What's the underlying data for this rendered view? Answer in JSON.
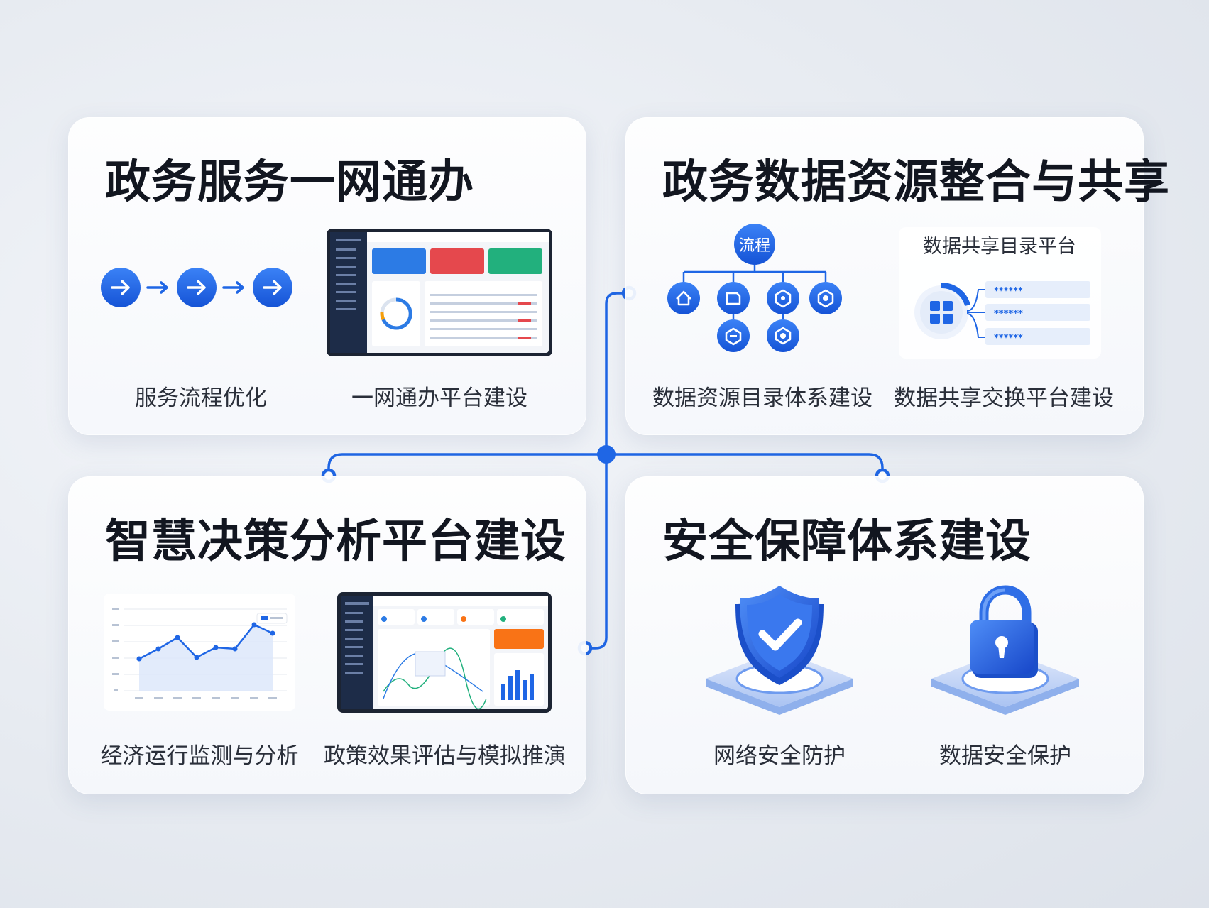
{
  "cards": {
    "tl": {
      "title": "政务服务一网通办",
      "items": [
        {
          "label": "服务流程优化",
          "icon": "arrow-flow-icon"
        },
        {
          "label": "一网通办平台建设",
          "icon": "dashboard-screenshot-icon"
        }
      ]
    },
    "tr": {
      "title": "政务数据资源整合与共享",
      "items": [
        {
          "label": "数据资源目录体系建设",
          "icon": "tree-diagram-icon",
          "root_label": "流程"
        },
        {
          "label": "数据共享交换平台建设",
          "icon": "sharing-platform-icon",
          "panel_title": "数据共享目录平台",
          "rows": [
            "******",
            "******",
            "******"
          ]
        }
      ]
    },
    "bl": {
      "title": "智慧决策分析平台建设",
      "items": [
        {
          "label": "经济运行监测与分析",
          "icon": "line-chart-icon"
        },
        {
          "label": "政策效果评估与模拟推演",
          "icon": "analytics-dashboard-icon"
        }
      ]
    },
    "br": {
      "title": "安全保障体系建设",
      "items": [
        {
          "label": "网络安全防护",
          "icon": "shield-check-icon"
        },
        {
          "label": "数据安全保护",
          "icon": "padlock-icon"
        }
      ]
    }
  },
  "colors": {
    "accent": "#1f66e5",
    "title": "#121620",
    "card": "#ffffff",
    "background": "#e7ebf1"
  }
}
